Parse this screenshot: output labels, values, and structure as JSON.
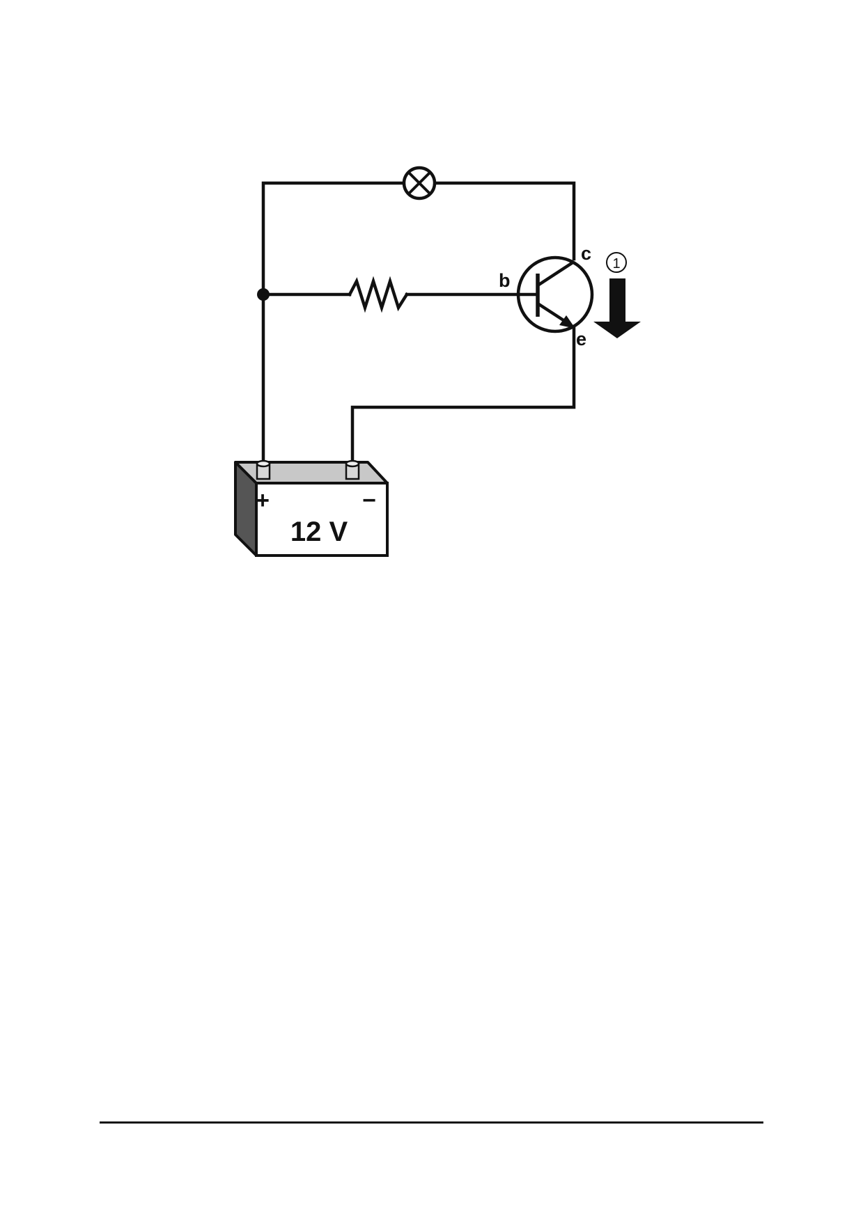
{
  "labels": {
    "collector": "c",
    "base": "b",
    "emitter": "e",
    "current_marker": "1",
    "battery_plus": "+",
    "battery_minus": "−",
    "battery_voltage": "12 V"
  },
  "colors": {
    "line": "#111111",
    "battery_face": "#ffffff",
    "battery_top": "#c8c8c8",
    "battery_side": "#555555",
    "terminal": "#d8d8d8"
  }
}
